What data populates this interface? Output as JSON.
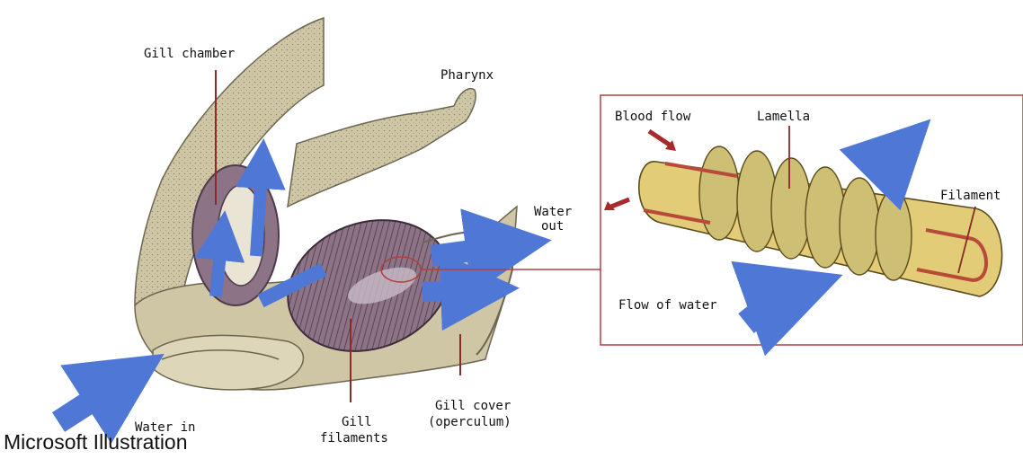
{
  "labels": {
    "gill_chamber": "Gill chamber",
    "pharynx": "Pharynx",
    "water_out_1": "Water",
    "water_out_2": "out",
    "water_in": "Water in",
    "gill_filaments_1": "Gill",
    "gill_filaments_2": "filaments",
    "gill_cover_1": "Gill cover",
    "gill_cover_2": "(operculum)",
    "blood_flow": "Blood flow",
    "lamella": "Lamella",
    "filament": "Filament",
    "flow_of_water": "Flow of water"
  },
  "credit": "Microsoft Illustration",
  "colors": {
    "tissue": "#cfc6a6",
    "tissue_dark": "#8e8a6e",
    "arrow_blue": "#4f78d6",
    "gill_purple": "#7d6478",
    "leader_line": "#8b2a2a",
    "inset_border": "#b04040",
    "filament_yellow": "#e2cc78",
    "vessel_red": "#b84a3a"
  }
}
